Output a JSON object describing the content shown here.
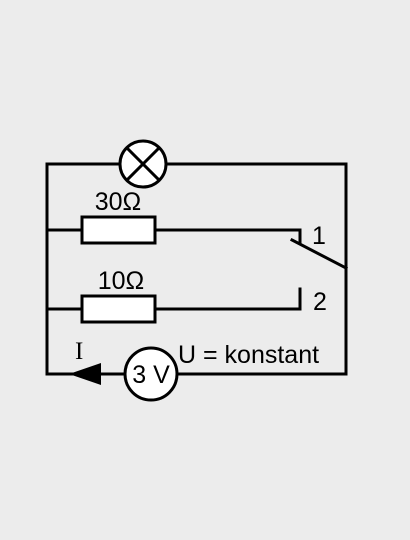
{
  "resistor_top": {
    "label": "30Ω"
  },
  "resistor_bottom": {
    "label": "10Ω"
  },
  "switch": {
    "position_1": "1",
    "position_2": "2"
  },
  "source": {
    "label": "3 V",
    "note": "U = konstant"
  },
  "current": {
    "label": "I"
  }
}
